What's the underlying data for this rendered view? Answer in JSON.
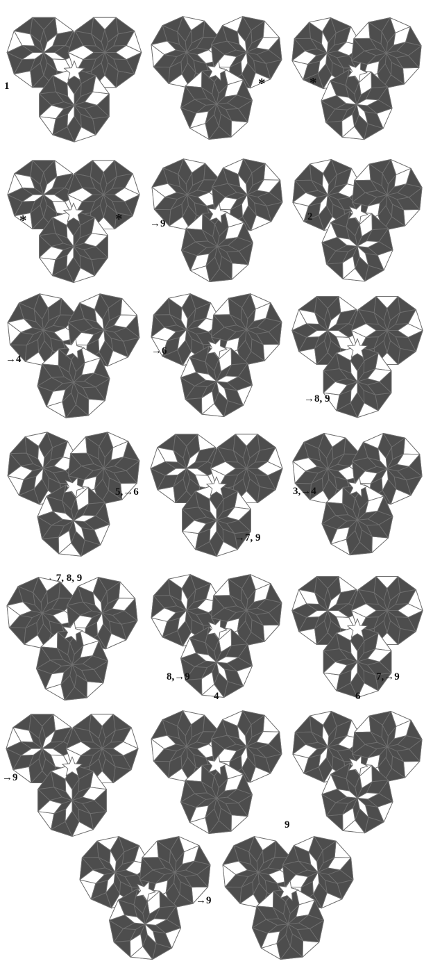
{
  "colors": {
    "background": "#ffffff",
    "tile_dark": "#4d4d4d",
    "tile_light": "#ffffff",
    "outline": "#6f6f6f"
  },
  "figures": [
    {
      "id": "row1-col1",
      "pattern": "v1",
      "label": "1"
    },
    {
      "id": "row1-col2",
      "pattern": "v2",
      "label": "*"
    },
    {
      "id": "row1-col3",
      "pattern": "v3",
      "label": "*"
    },
    {
      "id": "row2-col1",
      "pattern": "v1",
      "label": "*",
      "label2": "*"
    },
    {
      "id": "row2-col2",
      "pattern": "v2",
      "label": "→9"
    },
    {
      "id": "row2-col3",
      "pattern": "v3",
      "label": "2"
    },
    {
      "id": "row3-col1",
      "pattern": "v2",
      "label": "→4"
    },
    {
      "id": "row3-col2",
      "pattern": "v3",
      "label": "→6"
    },
    {
      "id": "row3-col3",
      "pattern": "v1",
      "label": "→8, 9"
    },
    {
      "id": "row4-col1",
      "pattern": "v3",
      "label": "5,→6"
    },
    {
      "id": "row4-col2",
      "pattern": "v1",
      "label": "→7, 9"
    },
    {
      "id": "row4-col3",
      "pattern": "v2",
      "label": "3,→4"
    },
    {
      "id": "row5-col1",
      "pattern": "v2",
      "label": "→ 7, 8, 9"
    },
    {
      "id": "row5-col2",
      "pattern": "v3",
      "label": "8,→9"
    },
    {
      "id": "row5-col3",
      "pattern": "v1",
      "label": "7,→9"
    },
    {
      "id": "row6-col1",
      "pattern": "v1",
      "label": "→9"
    },
    {
      "id": "row6-col2",
      "pattern": "v2",
      "label": "4"
    },
    {
      "id": "row6-col3",
      "pattern": "v3",
      "label": "6"
    },
    {
      "id": "row7-col1",
      "pattern": "v3",
      "label": "→9"
    },
    {
      "id": "row7-col2",
      "pattern": "v2",
      "label": "9"
    }
  ]
}
